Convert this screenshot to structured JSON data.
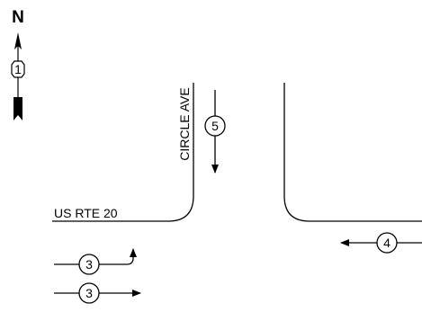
{
  "compass": {
    "label": "N",
    "badge": "1"
  },
  "streets": {
    "north_south": "CIRCLE AVE",
    "east_west": "US RTE 20"
  },
  "movements": [
    {
      "id": "circle-ave-southbound",
      "phase": "5",
      "direction": "southbound through"
    },
    {
      "id": "us-rte-20-westbound",
      "phase": "4",
      "direction": "westbound through"
    },
    {
      "id": "us-rte-20-eastbound-left",
      "phase": "3",
      "direction": "eastbound left turn"
    },
    {
      "id": "us-rte-20-eastbound-through",
      "phase": "3",
      "direction": "eastbound through"
    }
  ],
  "colors": {
    "ink": "#000000",
    "background": "#ffffff"
  }
}
